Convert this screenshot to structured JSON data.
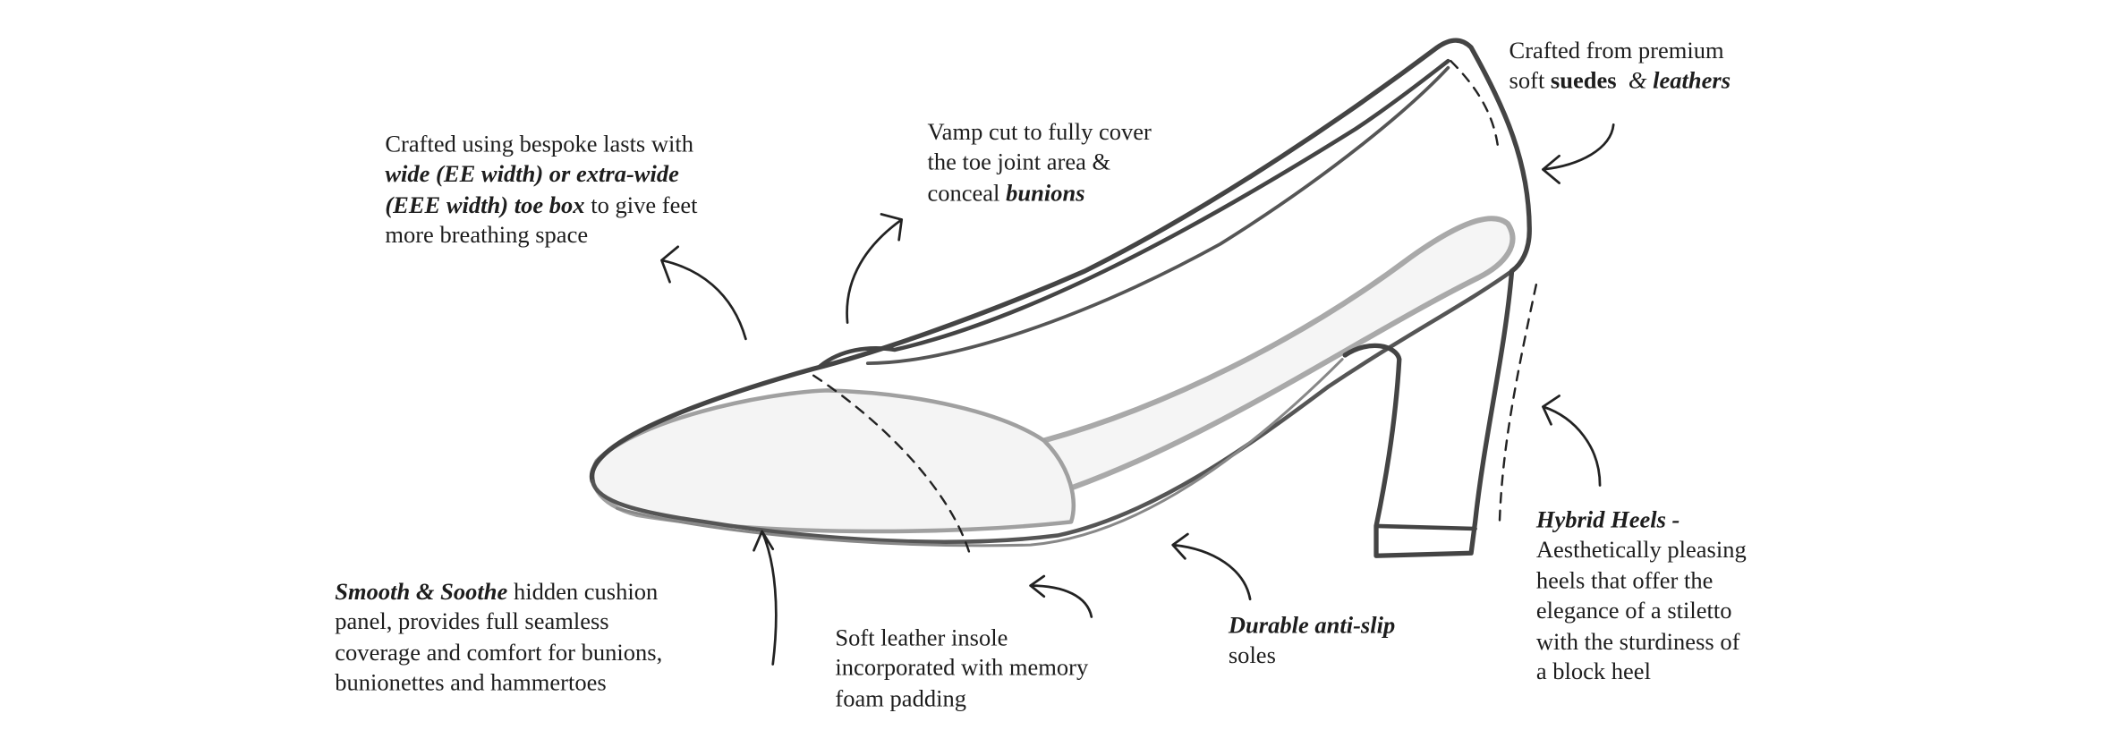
{
  "annotations": {
    "toe_box": {
      "line1": "Crafted using bespoke lasts with",
      "emph1": "wide (EE width) or extra-wide",
      "emph2": "(EEE width) toe box",
      "line3_rest": " to give feet",
      "line4": "more breathing space"
    },
    "vamp": {
      "line1": "Vamp cut to fully cover",
      "line2": "the toe joint area &",
      "line3_start": "conceal ",
      "emph": "bunions"
    },
    "materials": {
      "line1": "Crafted from premium",
      "line2_start": "soft ",
      "emph_bold": "suedes",
      "amp": "  & ",
      "emph_bi": "leathers"
    },
    "cushion": {
      "emph": "Smooth & Soothe",
      "line1_rest": " hidden cushion",
      "line2": "panel, provides full seamless",
      "line3": "coverage and comfort for bunions,",
      "line4": "bunionettes and hammertoes"
    },
    "insole": {
      "line1": "Soft leather insole",
      "line2": "incorporated with memory",
      "line3": "foam padding"
    },
    "sole": {
      "emph": "Durable anti-slip",
      "line2": "soles"
    },
    "heel": {
      "emph": "Hybrid Heels -",
      "line2": "Aesthetically pleasing",
      "line3": "heels that offer the",
      "line4": "elegance of a stiletto",
      "line5": "with the sturdiness of",
      "line6": "a block heel"
    }
  }
}
